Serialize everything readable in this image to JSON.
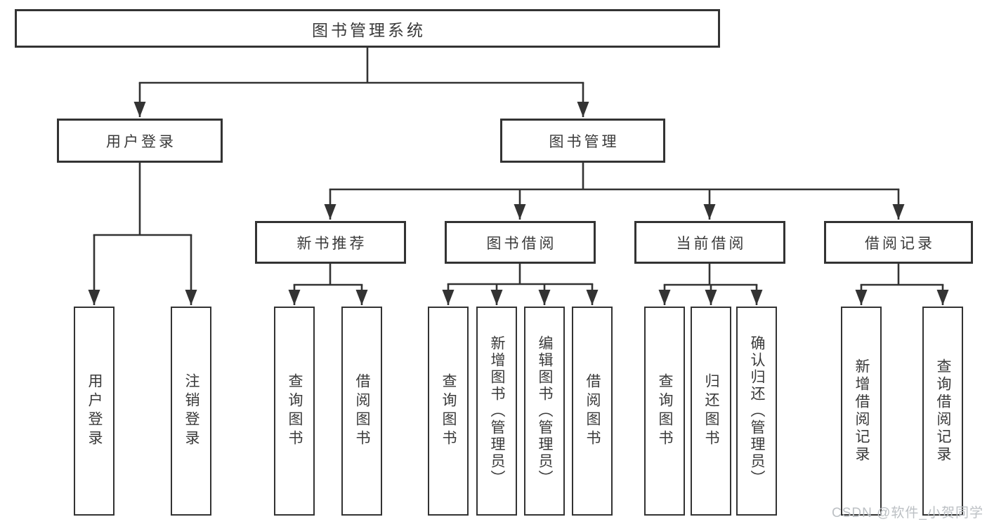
{
  "diagram": {
    "root": "图书管理系统",
    "branches": [
      {
        "label": "用户登录",
        "children": [
          "用户登录",
          "注销登录"
        ]
      },
      {
        "label": "图书管理",
        "groups": [
          {
            "label": "新书推荐",
            "children": [
              "查询图书",
              "借阅图书"
            ]
          },
          {
            "label": "图书借阅",
            "children": [
              "查询图书",
              "新增图书（管理员）",
              "编辑图书（管理员）",
              "借阅图书"
            ]
          },
          {
            "label": "当前借阅",
            "children": [
              "查询图书",
              "归还图书",
              "确认归还（管理员）"
            ]
          },
          {
            "label": "借阅记录",
            "children": [
              "新增借阅记录",
              "查询借阅记录"
            ]
          }
        ]
      }
    ]
  },
  "colors": {
    "line": "#333333",
    "box_border": "#333333",
    "text": "#3a3a3a",
    "watermark": "#bcc0c4"
  },
  "watermark": {
    "text": "CSDN @软件_小贺同学"
  }
}
